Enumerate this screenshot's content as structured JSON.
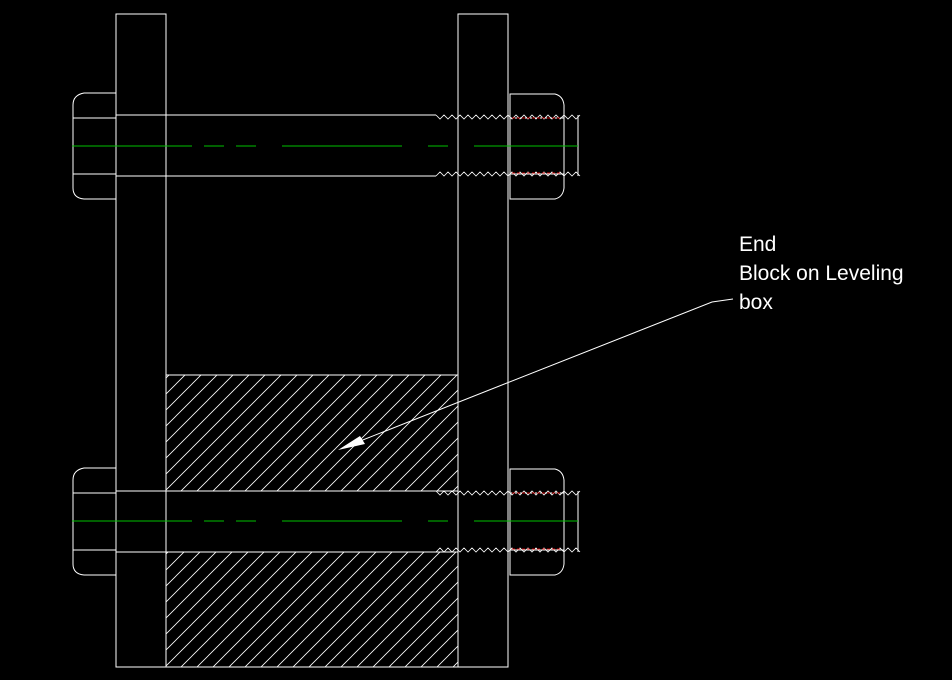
{
  "drawing": {
    "label_lines": [
      "End",
      "Block on Leveling",
      "box"
    ],
    "colors": {
      "background": "#000000",
      "outline": "#ffffff",
      "centerline": "#00c000",
      "thread_root": "#c00000"
    }
  }
}
